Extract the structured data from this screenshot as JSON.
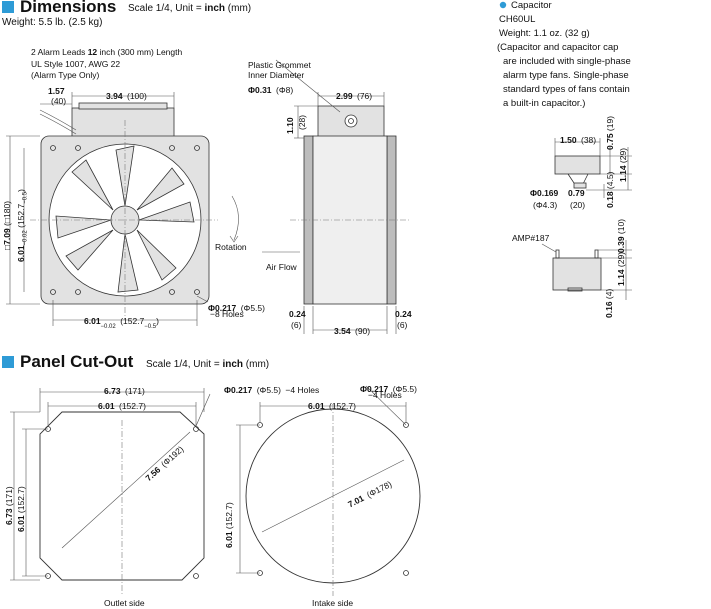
{
  "dimensions": {
    "title": "Dimensions",
    "scale_prefix": "Scale 1/4, Unit = ",
    "scale_unit": "inch",
    "scale_suffix": " (mm)",
    "weight": "Weight: 5.5 lb. (2.5 kg)"
  },
  "leads": {
    "line1_a": "2 Alarm Leads ",
    "line1_b": "12",
    "line1_c": " inch (300 mm) Length",
    "line2": "UL Style 1007, AWG 22",
    "line3": "(Alarm Type Only)"
  },
  "front": {
    "d_157": "1.57",
    "d_157_mm": "(40)",
    "d_394": "3.94",
    "d_394_mm": "(100)",
    "d_709": "□7.09",
    "d_709_mm": "(□180)",
    "d_601v": "6.01",
    "d_601v_tol": "−0.02",
    "d_601v_mm": "(152.7",
    "d_601v_mmtol": "−0.5",
    "d_601v_close": ")",
    "d_601h": "6.01",
    "d_601h_tol": "−0.02",
    "d_601h_mm": "(152.7",
    "d_601h_mmtol": "−0.5",
    "d_601h_close": ")",
    "holes": "Φ0.217",
    "holes_mm": "(Φ5.5)",
    "holes_count": "−8 Holes",
    "rotation": "Rotation",
    "air_flow": "Air Flow"
  },
  "side": {
    "grommet_1": "Plastic Grommet",
    "grommet_2": "Inner Diameter",
    "grommet_val": "Φ0.31",
    "grommet_mm": "(Φ8)",
    "d_299": "2.99",
    "d_299_mm": "(76)",
    "d_110": "1.10",
    "d_110_mm": "(28)",
    "d_024a": "0.24",
    "d_024a_mm": "(6)",
    "d_354": "3.54",
    "d_354_mm": "(90)",
    "d_024b": "0.24",
    "d_024b_mm": "(6)"
  },
  "capacitor": {
    "title": "Capacitor",
    "model": "CH60UL",
    "weight": "Weight: 1.1 oz. (32 g)",
    "note": [
      "(Capacitor and capacitor cap",
      "are included with single-phase",
      "alarm type fans. Single-phase",
      "standard types of fans contain",
      "a built-in capacitor.)"
    ],
    "d_150": "1.50",
    "d_150_mm": "(38)",
    "d_075": "0.75",
    "d_075_mm": "(19)",
    "d_114a": "1.14",
    "d_114a_mm": "(29)",
    "d_0169": "Φ0.169",
    "d_0169_mm": "(Φ4.3)",
    "d_079": "0.79",
    "d_079_mm": "(20)",
    "d_018": "0.18",
    "d_018_mm": "(4.5)",
    "amp": "AMP#187",
    "d_039": "0.39",
    "d_039_mm": "(10)",
    "d_114b": "1.14",
    "d_114b_mm": "(29)",
    "d_016": "0.16",
    "d_016_mm": "(4)"
  },
  "panel": {
    "title": "Panel Cut-Out",
    "scale_prefix": "Scale 1/4, Unit = ",
    "scale_unit": "inch",
    "scale_suffix": " (mm)",
    "out_673": "6.73",
    "out_673_mm": "(171)",
    "out_601": "6.01",
    "out_601_mm": "(152.7)",
    "out_756": "7.56",
    "out_756_mm": "(Φ192)",
    "out_673v": "6.73",
    "out_673v_mm": "(171)",
    "out_601v": "6.01",
    "out_601v_mm": "(152.7)",
    "holes4": "Φ0.217",
    "holes4_mm": "(Φ5.5)",
    "holes4_count": "−4 Holes",
    "outlet_label": "Outlet side",
    "in_holes": "Φ0.217",
    "in_holes_mm": "(Φ5.5)",
    "in_holes_count": "−4 Holes",
    "in_601": "6.01",
    "in_601_mm": "(152.7)",
    "in_701": "7.01",
    "in_701_mm": "(Φ178)",
    "in_601v": "6.01",
    "in_601v_mm": "(152.7)",
    "intake_label": "Intake side"
  },
  "colors": {
    "accent": "#2e9bd6"
  }
}
